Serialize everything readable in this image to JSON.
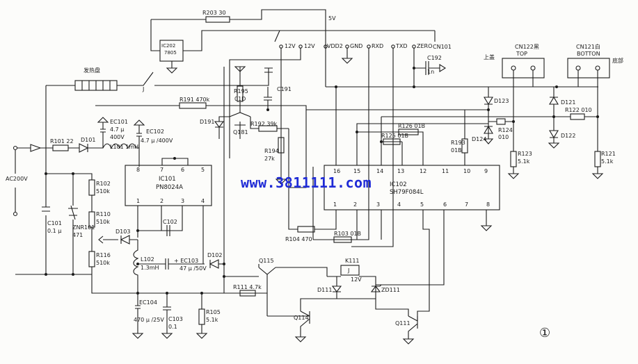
{
  "watermark": "www.3811111.com",
  "page_marker": "①",
  "labels": {
    "r203": "R203 30",
    "v5": "5V",
    "ic202": "IC202",
    "ic202_part": "7805",
    "cn101_12v_a": "12V",
    "cn101_12v_b": "12V",
    "vdd2": "VDD2",
    "gnd": "GND",
    "rxd": "RXD",
    "txd": "TXD",
    "zero": "ZERO",
    "cn101": "CN101",
    "c192": "C192",
    "c192_val": "1n",
    "cn122": "CN122黑",
    "cn122_sub": "TOP",
    "cn122_side": "上盖",
    "cn121": "CN121白",
    "cn121_sub": "BOTTON",
    "cn121_side": "底部",
    "heater": "发热盘",
    "heater_j": "J",
    "r195": "R195",
    "r195_val": "01D",
    "c191": "C191",
    "r191": "R191 470k",
    "d191": "D191",
    "q181": "Q181",
    "r192": "R192 39k",
    "r194": "R194",
    "r194_val": "27k",
    "d123": "D123",
    "d121": "D121",
    "r122": "R122 010",
    "d122": "D122",
    "r124": "R124",
    "r124_val": "010",
    "d124": "D124",
    "r126": "R126 01B",
    "r125": "R125 01B",
    "r193": "R193",
    "r193_val": "01B",
    "r123": "R123",
    "r123_val": "5.1k",
    "r121": "R121",
    "r121_val": "5.1k",
    "ec101": "EC101",
    "ec101_val1": "4.7 μ",
    "ec101_val2": "400V",
    "ec102": "EC102",
    "ec102_val": "4.7 μ /400V",
    "r101": "R101 22",
    "d101": "D101",
    "l101": "L101 1mH",
    "ac200v": "AC200V",
    "ic101": "IC101",
    "ic101_part": "PN8024A",
    "ic102": "IC102",
    "ic102_part": "SH79F084L",
    "r102": "R102",
    "r102_val": "510k",
    "r110": "R110",
    "r110_val": "510k",
    "r116": "R116",
    "r116_val": "510k",
    "c101": "C101",
    "c101_val": "0.1 μ",
    "znr101": "ZNR101",
    "znr101_val": "471",
    "d103": "D103",
    "c102": "C102",
    "l102": "L102",
    "l102_val": "1.3mH",
    "ec103": "+ EC103",
    "ec103_val": "47 μ /50V",
    "d102": "D102",
    "r104": "R104 470",
    "r103": "R103 01B",
    "q115": "Q115",
    "k111": "K111",
    "k111_j": "J",
    "k111_val": "12V",
    "d111": "D111",
    "zd111": "ZD111",
    "r111": "R111 4.7k",
    "ec104": "EC104",
    "ec104_val": "470 μ /25V",
    "c103": "C103",
    "c103_val": "0.1",
    "r105": "R105",
    "r105_val": "5.1k",
    "q114": "Q114",
    "q111": "Q111",
    "ic101_pins_top": [
      "8",
      "7",
      "6",
      "5"
    ],
    "ic101_pins_bot": [
      "1",
      "2",
      "3",
      "4"
    ],
    "ic102_pins_top": [
      "16",
      "15",
      "14",
      "13",
      "12",
      "11",
      "10",
      "9"
    ],
    "ic102_pins_bot": [
      "1",
      "2",
      "3",
      "4",
      "5",
      "6",
      "7",
      "8"
    ]
  }
}
